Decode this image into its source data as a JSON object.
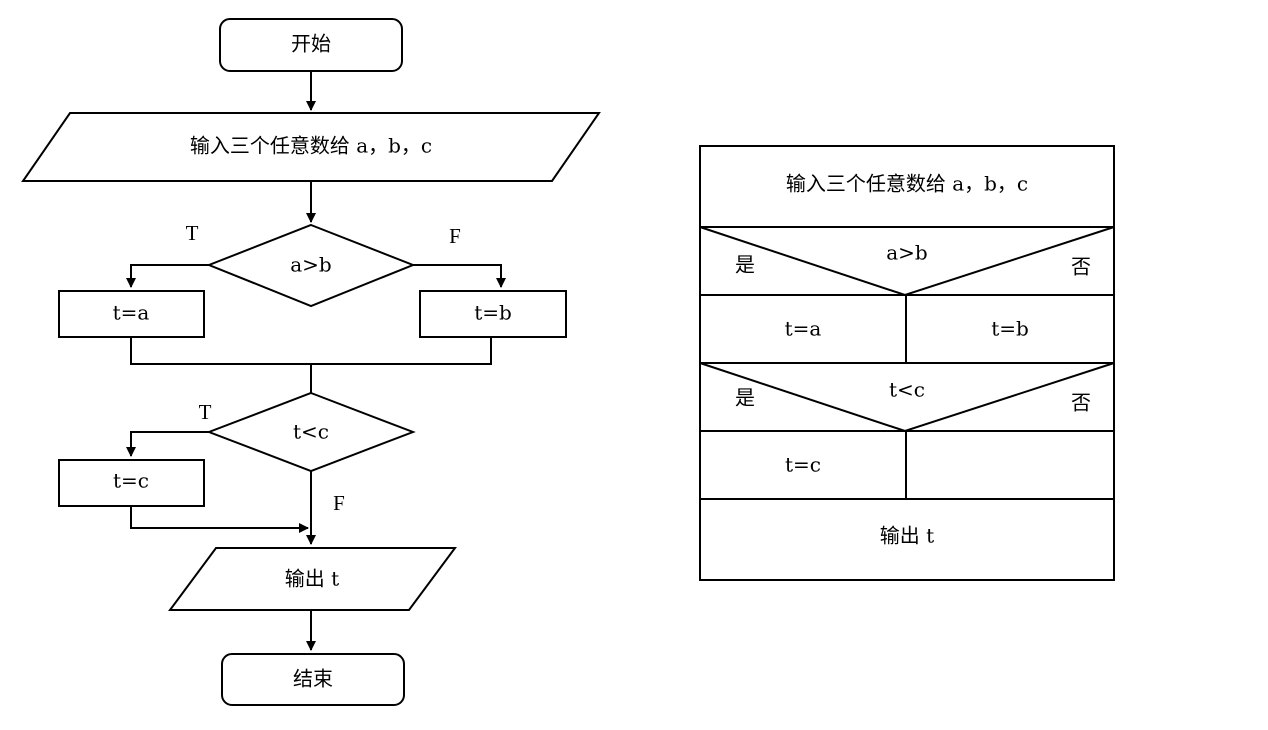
{
  "flowchart": {
    "start": "开始",
    "input": "输入三个任意数给 a，b，c",
    "decision1": "a>b",
    "decision1_true_label": "T",
    "decision1_false_label": "F",
    "assign_a": "t=a",
    "assign_b": "t=b",
    "decision2": "t<c",
    "decision2_true_label": "T",
    "decision2_false_label": "F",
    "assign_c": "t=c",
    "output": "输出 t",
    "end": "结束"
  },
  "ns_diagram": {
    "input": "输入三个任意数给 a，b，c",
    "condition1": "a>b",
    "yes1": "是",
    "no1": "否",
    "then1": "t=a",
    "else1": "t=b",
    "condition2": "t<c",
    "yes2": "是",
    "no2": "否",
    "then2": "t=c",
    "else2": "",
    "output": "输出 t"
  }
}
